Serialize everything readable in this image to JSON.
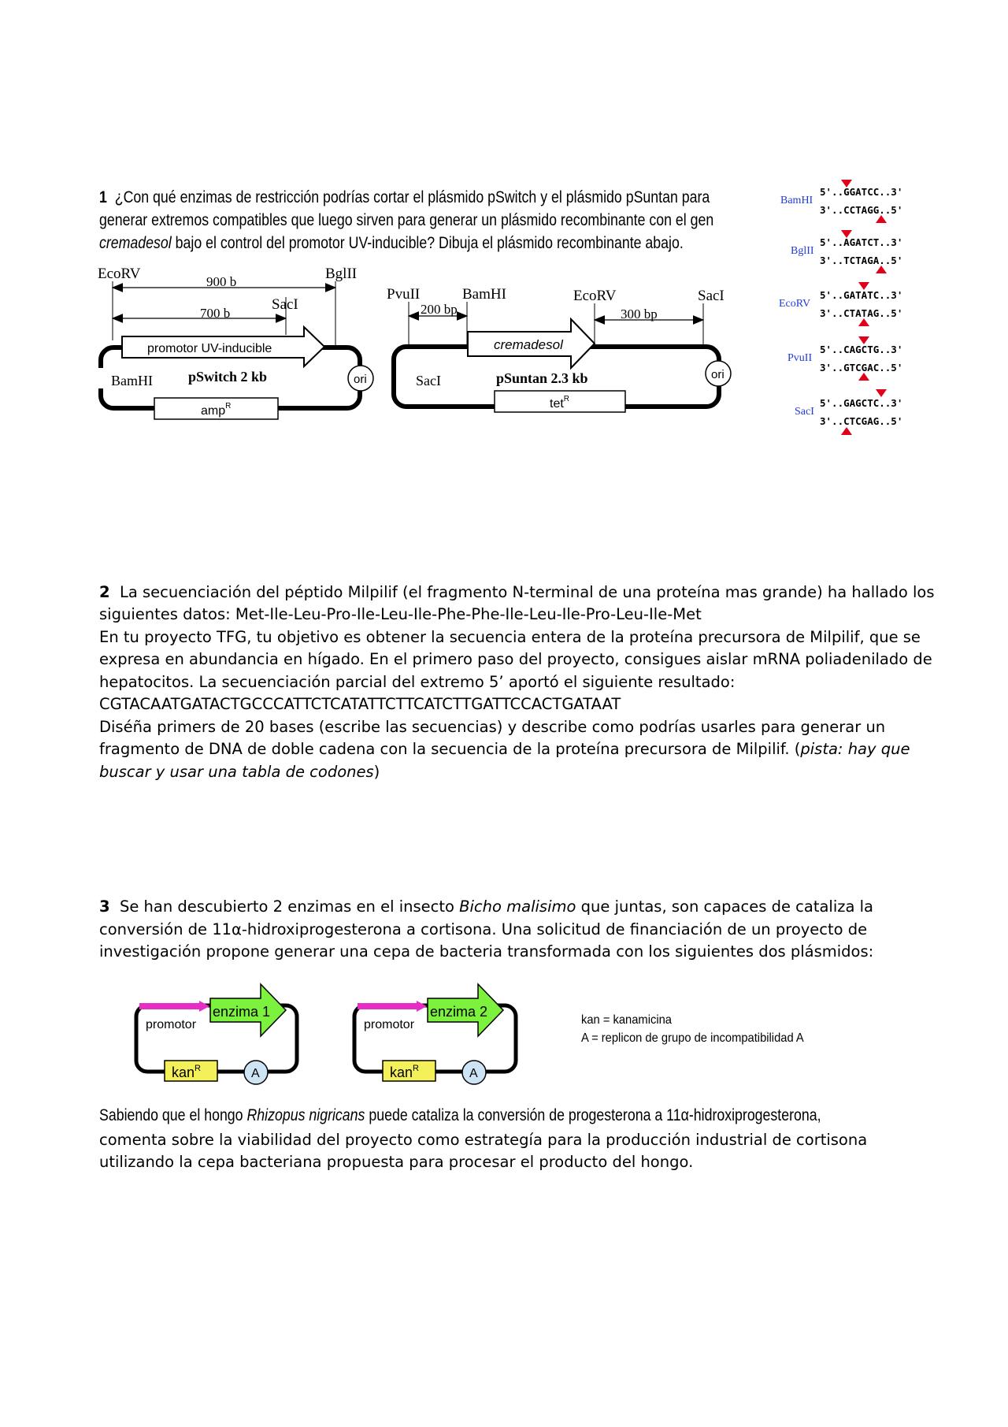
{
  "q1": {
    "number": "1",
    "lines": [
      "¿Con qué enzimas de restricción podrías cortar el plásmido pSwitch y el plásmido pSuntan para",
      "generar extremos compatibles que luego sirven para generar un plásmido recombinante con el gen"
    ],
    "line3_italic": "cremadesol",
    "line3_rest": " bajo el control del promotor UV-inducible? Dibuja el plásmido recombinante abajo.",
    "pswitch": {
      "name": "pSwitch 2 kb",
      "left_site": "EcoRV",
      "right_site": "BglII",
      "span_outer": "900 b",
      "inner_site": "SacI",
      "span_inner": "700 b",
      "promoter": "promotor UV-inducible",
      "bottom_site": "BamHI",
      "resistance": "amp",
      "resistance_sup": "R",
      "origin": "ori"
    },
    "psuntan": {
      "name": "pSuntan 2.3 kb",
      "site_1": "PvuII",
      "site_2": "BamHI",
      "site_3": "EcoRV",
      "site_4": "SacI",
      "span_left": "200 bp",
      "span_right": "300 bp",
      "gene": "cremadesol",
      "bottom_site": "SacI",
      "resistance": "tet",
      "resistance_sup": "R",
      "origin": "ori"
    },
    "enzyme_table": [
      {
        "name": "BamHI",
        "top": "5'..GGATCC..3'",
        "bottom": "3'..CCTAGG..5'"
      },
      {
        "name": "BglII",
        "top": "5'..AGATCT..3'",
        "bottom": "3'..TCTAGA..5'"
      },
      {
        "name": "EcoRV",
        "top": "5'..GATATC..3'",
        "bottom": "3'..CTATAG..5'"
      },
      {
        "name": "PvuII",
        "top": "5'..CAGCTG..3'",
        "bottom": "3'..GTCGAC..5'"
      },
      {
        "name": "SacI",
        "top": "5'..GAGCTC..3'",
        "bottom": "3'..CTCGAG..5'"
      }
    ]
  },
  "q2": {
    "number": "2",
    "lines": [
      "La secuenciación del péptido Milpilif (el fragmento N-terminal de una proteína mas grande) ha hallado los",
      "siguientes datos:  Met-Ile-Leu-Pro-Ile-Leu-Ile-Phe-Phe-Ile-Leu-Ile-Pro-Leu-Ile-Met",
      "En tu proyecto TFG, tu objetivo es obtener la secuencia entera de la proteína precursora de Milpilif, que se",
      "expresa en abundancia en hígado. En el primero paso del proyecto, consigues aislar mRNA poliadenilado de",
      "hepatocitos. La secuenciación parcial del extremo 5’ aportó el siguiente resultado:",
      "CGTACAATGATACTGCCCATTCTCATATTCTTCATCTTGATTCCACTGATAAT",
      "Diséña primers de 20 bases (escribe las secuencias) y describe como podrías usarles para generar un"
    ],
    "line8_normal": "fragmento de DNA de doble cadena con la secuencia de la proteína precursora de Milpilif. (",
    "line8_italic": "pista: hay que",
    "line9_italic": "buscar y usar una tabla de codones",
    "line9_end": ")"
  },
  "q3": {
    "number": "3",
    "line1_start": "Se han descubierto 2 enzimas en el insecto ",
    "line1_italic": "Bicho malisimo",
    "line1_end": " que juntas, son capaces de cataliza la",
    "lines": [
      "conversión de 11α-hidroxiprogesterona a cortisona. Una solicitud de financiación de un proyecto de",
      "investigación propone generar una cepa de bacteria transformada con los siguientes dos plásmidos:"
    ],
    "plasmids": [
      {
        "promoter": "promotor",
        "gene": "enzima 1",
        "marker": "kan",
        "marker_sup": "R",
        "replicon": "A"
      },
      {
        "promoter": "promotor",
        "gene": "enzima 2",
        "marker": "kan",
        "marker_sup": "R",
        "replicon": "A"
      }
    ],
    "legend": [
      "kan = kanamicina",
      "A = replicon de grupo de incompatibilidad A"
    ],
    "after_start": "Sabiendo que el hongo ",
    "after_italic": "Rhizopus nigricans",
    "after_end": " puede cataliza la conversión de progesterona a 11α-hidroxiprogesterona,",
    "after_lines": [
      "comenta sobre la viabilidad del proyecto como estrategía para la producción industrial de cortisona",
      "utilizando la cepa bacteriana propuesta para procesar el producto del hongo."
    ]
  },
  "colors": {
    "arrow_red": "#e0001a",
    "enzyme_label_blue": "#1f3cd6",
    "promoter_magenta": "#e62ec6",
    "gene_green": "#7cf23e",
    "marker_yellow": "#f4f05a",
    "replicon_blue": "#cde4f4"
  }
}
